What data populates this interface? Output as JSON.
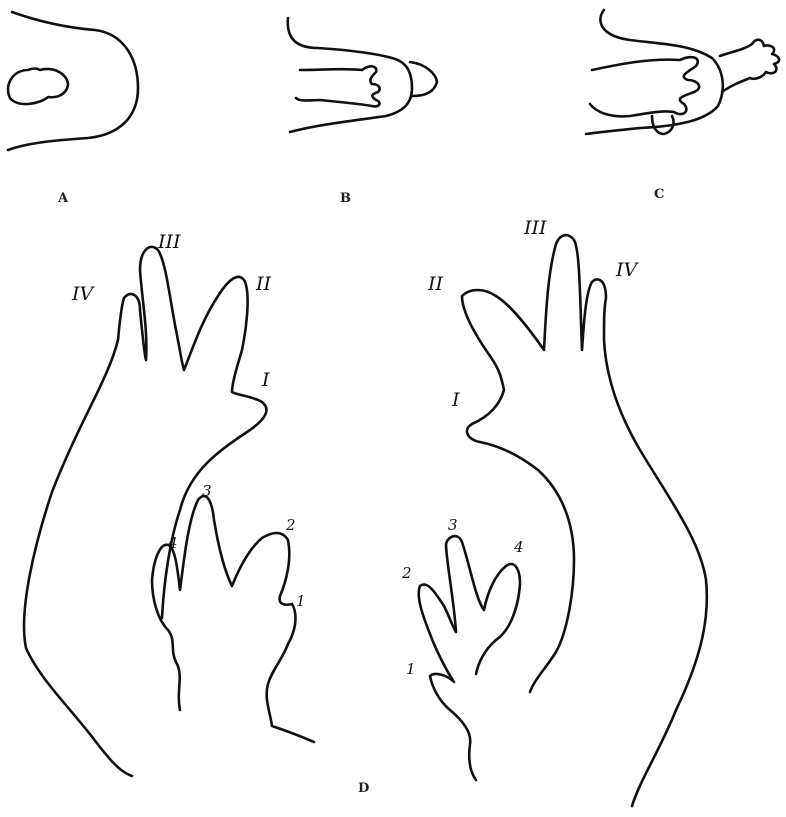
{
  "panels": {
    "a": "A",
    "b": "B",
    "c": "C",
    "d": "D"
  },
  "left_figure": {
    "outer_digits": [
      "IV",
      "III",
      "II",
      "I"
    ],
    "inner_digits": [
      "4",
      "3",
      "2",
      "1"
    ]
  },
  "right_figure": {
    "outer_digits": [
      "II",
      "III",
      "IV",
      "I"
    ],
    "inner_digits": [
      "2",
      "3",
      "4",
      "1"
    ]
  },
  "colors": {
    "ink": "#111111",
    "paper": "#ffffff"
  }
}
